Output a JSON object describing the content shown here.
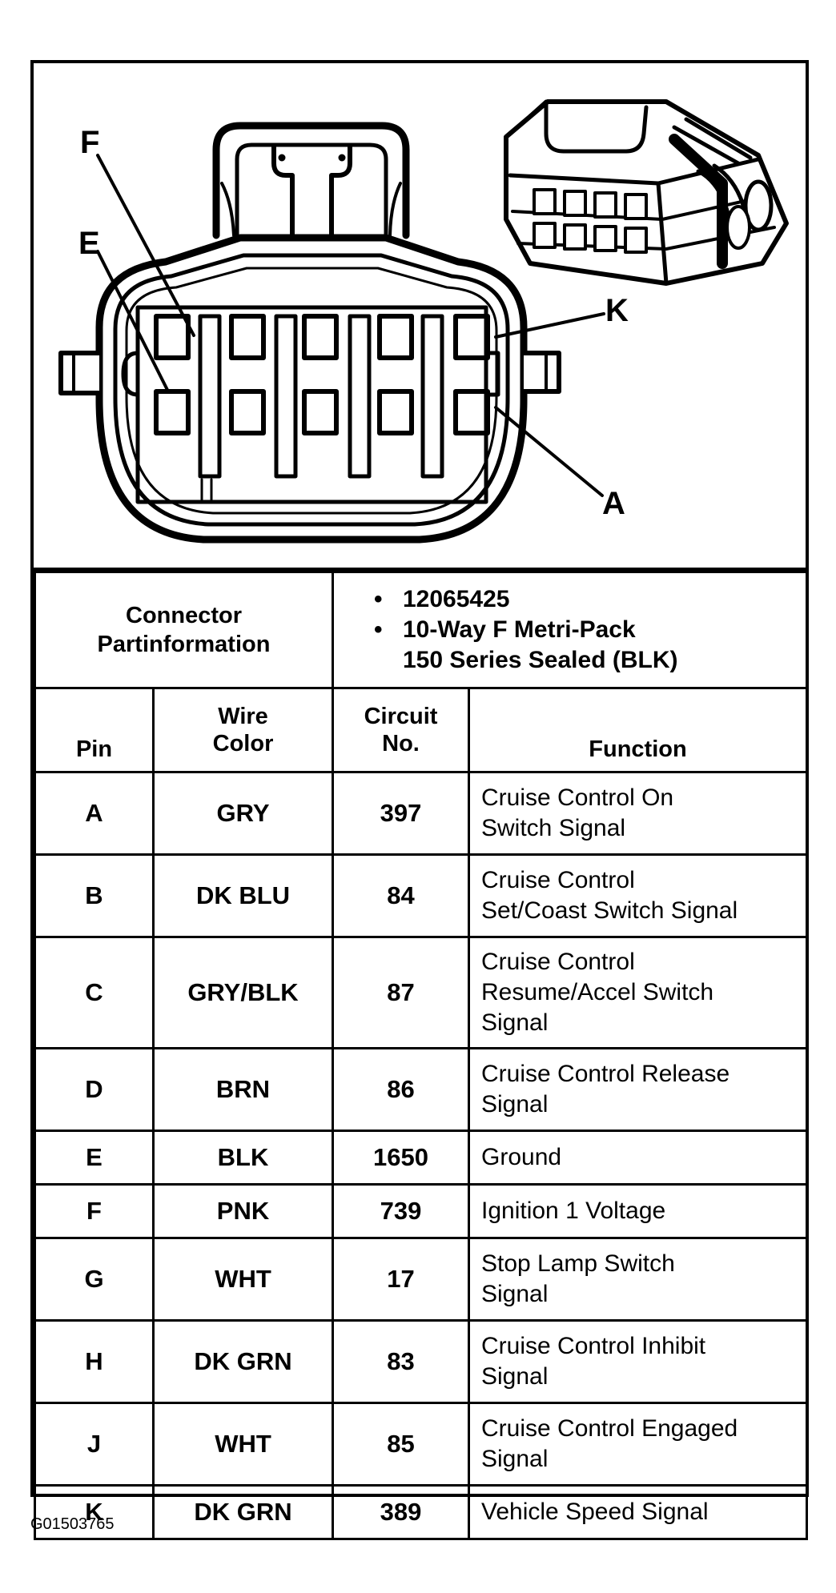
{
  "diagram": {
    "labels": {
      "f": "F",
      "e": "E",
      "k": "K",
      "a": "A"
    }
  },
  "connector": {
    "label_line1": "Connector",
    "label_line2": "Partinformation",
    "part_number": "12065425",
    "desc_line1": "10-Way F Metri-Pack",
    "desc_line2": "150 Series Sealed (BLK)"
  },
  "headers": {
    "pin": "Pin",
    "wire_color_1": "Wire",
    "wire_color_2": "Color",
    "circuit_1": "Circuit",
    "circuit_2": "No.",
    "function": "Function"
  },
  "rows": [
    {
      "pin": "A",
      "color": "GRY",
      "circuit": "397",
      "func1": "Cruise Control On",
      "func2": "Switch Signal",
      "func3": ""
    },
    {
      "pin": "B",
      "color": "DK BLU",
      "circuit": "84",
      "func1": "Cruise Control",
      "func2": "Set/Coast Switch Signal",
      "func3": ""
    },
    {
      "pin": "C",
      "color": "GRY/BLK",
      "circuit": "87",
      "func1": "Cruise Control",
      "func2": "Resume/Accel Switch",
      "func3": "Signal"
    },
    {
      "pin": "D",
      "color": "BRN",
      "circuit": "86",
      "func1": "Cruise Control Release",
      "func2": "Signal",
      "func3": ""
    },
    {
      "pin": "E",
      "color": "BLK",
      "circuit": "1650",
      "func1": "Ground",
      "func2": "",
      "func3": ""
    },
    {
      "pin": "F",
      "color": "PNK",
      "circuit": "739",
      "func1": "Ignition 1 Voltage",
      "func2": "",
      "func3": ""
    },
    {
      "pin": "G",
      "color": "WHT",
      "circuit": "17",
      "func1": "Stop Lamp Switch",
      "func2": "Signal",
      "func3": ""
    },
    {
      "pin": "H",
      "color": "DK GRN",
      "circuit": "83",
      "func1": "Cruise Control Inhibit",
      "func2": "Signal",
      "func3": ""
    },
    {
      "pin": "J",
      "color": "WHT",
      "circuit": "85",
      "func1": "Cruise Control Engaged",
      "func2": "Signal",
      "func3": ""
    },
    {
      "pin": "K",
      "color": "DK GRN",
      "circuit": "389",
      "func1": "Vehicle Speed Signal",
      "func2": "",
      "func3": ""
    }
  ],
  "caption": "G01503765"
}
